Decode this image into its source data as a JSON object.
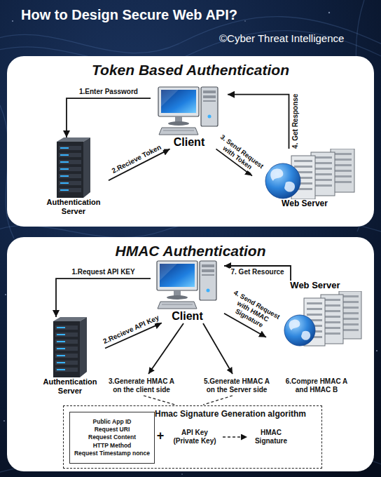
{
  "diagram": {
    "title": "How to Design Secure Web API?",
    "nodes": [
      {
        "text": [
          "Token Based Authentication"
        ]
      },
      {
        "text": [
          "Client"
        ],
        "in": 0
      },
      {
        "text": [
          "Authentication Server"
        ],
        "in": 0
      },
      {
        "text": [
          "Web Server"
        ],
        "in": 0
      },
      {
        "text": [
          "HMAC Authentication"
        ]
      },
      {
        "text": [
          "Client"
        ],
        "in": 4
      },
      {
        "text": [
          "Authentication Server"
        ],
        "in": 4
      },
      {
        "text": [
          "Web Server"
        ],
        "in": 4
      },
      {
        "text": [
          "Hmac Signature Generation algorithm"
        ],
        "in": 4
      },
      {
        "text": [
          "Public App ID",
          "Request URI",
          "Request Content",
          "HTTP Method",
          "Request Timestamp nonce"
        ],
        "in": 8
      }
    ],
    "edges": [
      {
        "from": 1,
        "to": 2,
        "label": "1.Enter Password",
        "arrow": "to"
      },
      {
        "from": 2,
        "to": 1,
        "label": "2.Recieve Token",
        "arrow": "to"
      },
      {
        "from": 1,
        "to": 3,
        "label": "3. Send Request with Token",
        "arrow": "to"
      },
      {
        "from": 3,
        "to": 1,
        "label": "4. Get Response",
        "arrow": "to"
      },
      {
        "from": 5,
        "to": 6,
        "label": "1.Request API KEY",
        "arrow": "to"
      },
      {
        "from": 6,
        "to": 5,
        "label": "2.Recieve API Key",
        "arrow": "to"
      },
      {
        "from": 5,
        "to": 7,
        "label": "4. Send Request with HMAC Signature",
        "arrow": "to"
      },
      {
        "from": 7,
        "to": 5,
        "label": "7. Get Resource",
        "arrow": "to"
      }
    ],
    "labels": [
      "©Cyber Threat Intelligence",
      "3.Generate HMAC A on the client side",
      "5.Generate HMAC A on the Server side",
      "6.Compre HMAC A and HMAC B",
      "+",
      "API Key (Private Key)",
      "HMAC Signature"
    ]
  }
}
